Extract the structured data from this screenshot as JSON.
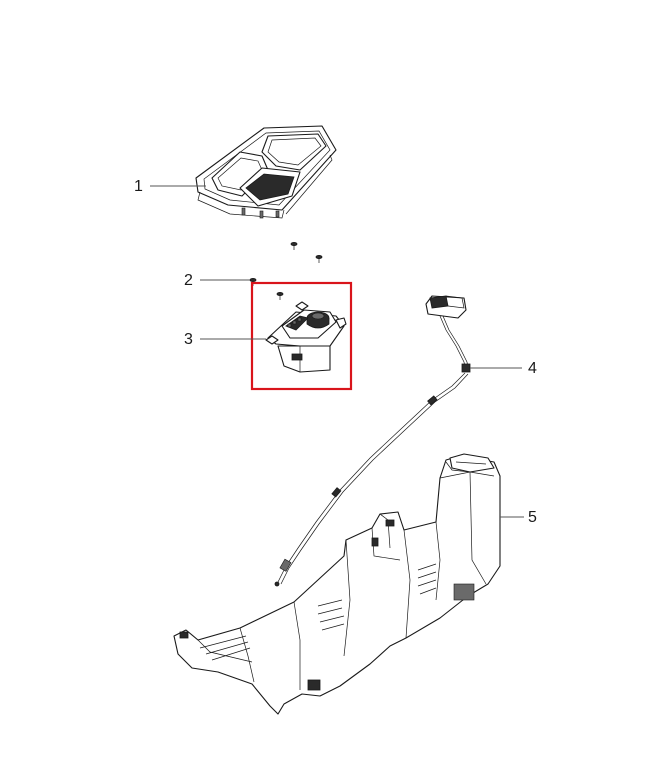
{
  "diagram": {
    "callouts": [
      {
        "id": "1",
        "label": "1",
        "part": "console-bezel"
      },
      {
        "id": "2",
        "label": "2",
        "part": "screw"
      },
      {
        "id": "3",
        "label": "3",
        "part": "shifter-module"
      },
      {
        "id": "4",
        "label": "4",
        "part": "shift-cable"
      },
      {
        "id": "5",
        "label": "5",
        "part": "console-bracket"
      }
    ],
    "highlight_color": "#d9141b",
    "highlighted_callout": "3"
  }
}
